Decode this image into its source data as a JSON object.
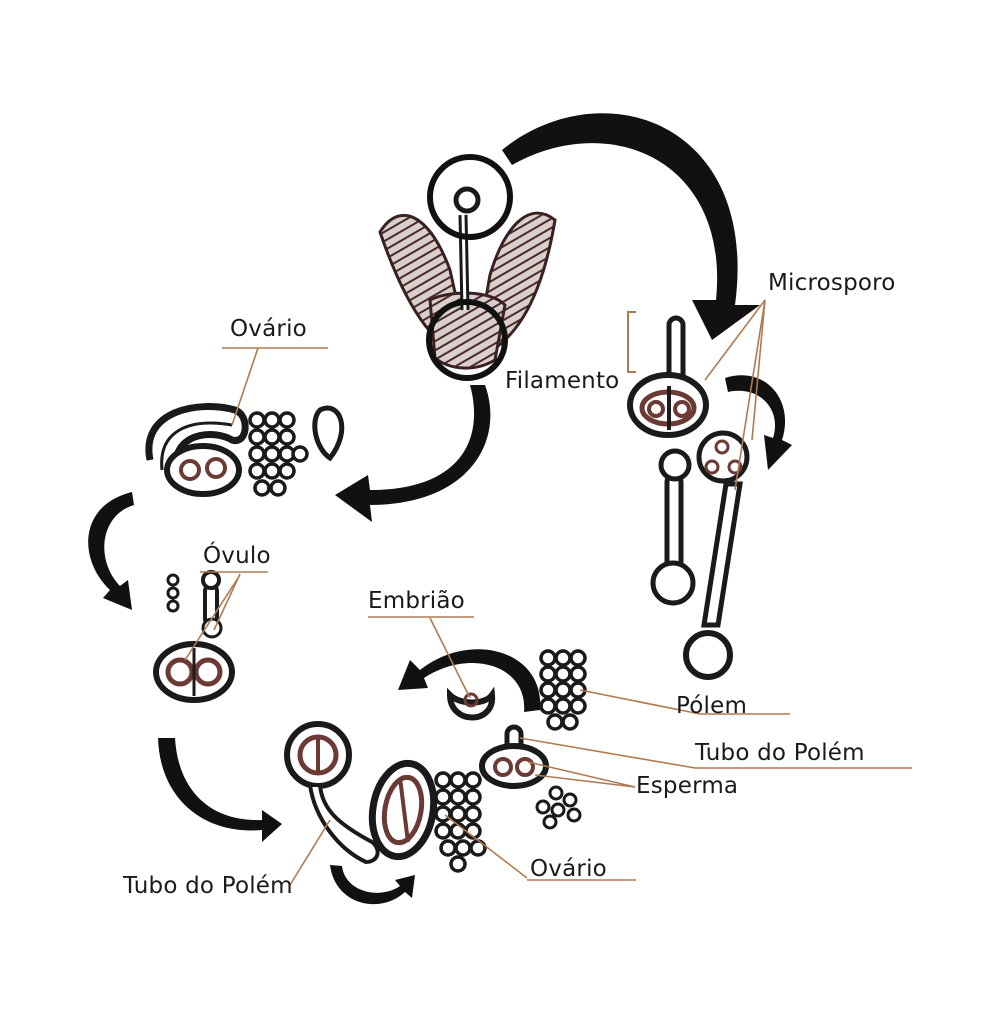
{
  "labels": {
    "microsporo": "Microsporo",
    "filamento": "Filamento",
    "ovario_top": "Ovário",
    "ovulo": "Óvulo",
    "embriao": "Embrião",
    "polem": "Pólem",
    "tubo_polem_right": "Tubo do Polém",
    "esperma": "Esperma",
    "tubo_polem_left": "Tubo do Polém",
    "ovario_bottom": "Ovário"
  },
  "colors": {
    "ink": "#1a1a1a",
    "cell": "#6b3a35",
    "leader": "#b07a50"
  }
}
